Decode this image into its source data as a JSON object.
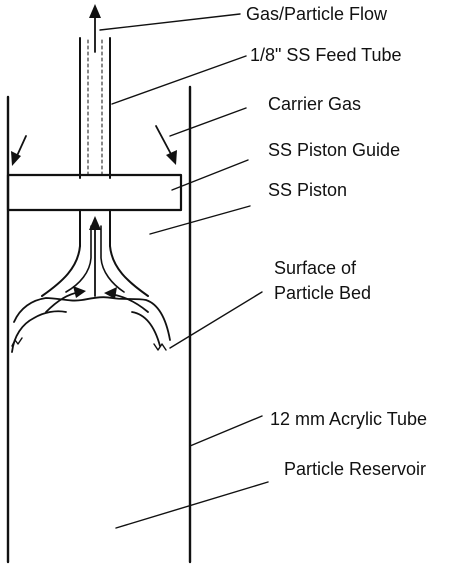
{
  "labels": {
    "gas_particle_flow": "Gas/Particle Flow",
    "feed_tube": "1/8\" SS Feed Tube",
    "carrier_gas": "Carrier Gas",
    "piston_guide": "SS Piston Guide",
    "piston": "SS Piston",
    "particle_bed_line1": "Surface of",
    "particle_bed_line2": "Particle Bed",
    "acrylic_tube": "12 mm Acrylic Tube",
    "particle_reservoir": "Particle Reservoir"
  },
  "colors": {
    "ink": "#111111",
    "background": "#ffffff"
  }
}
